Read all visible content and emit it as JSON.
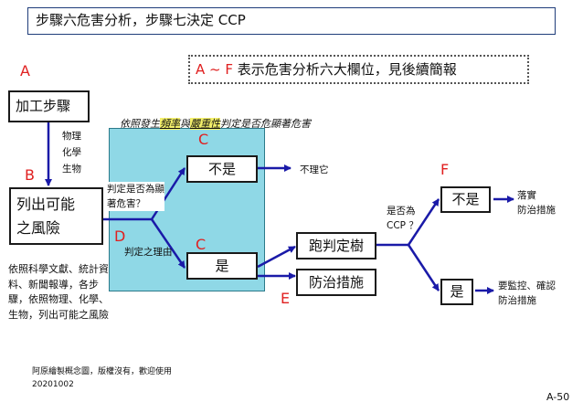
{
  "title": "步驟六危害分析，步驟七決定 CCP",
  "legend": {
    "letters": "A ~ F",
    "text": " 表示危害分析六大欄位，見後續簡報"
  },
  "letters": {
    "a": "A",
    "b": "B",
    "c1": "C",
    "c2": "C",
    "d": "D",
    "e": "E",
    "f": "F"
  },
  "boxes": {
    "process_step": "加工步驟",
    "hazard_line1": "列出可能",
    "hazard_line2": "之風險",
    "no_box": "不是",
    "yes_box": "是",
    "ccp_tree": "跑判定樹",
    "prevent": "防治措施",
    "ccp_no": "不是",
    "ccp_yes": "是"
  },
  "hazard_types": [
    "物理",
    "化學",
    "生物"
  ],
  "criteria": {
    "prefix": "依照發生",
    "freq": "頻率",
    "and": "與",
    "severity": "嚴重性",
    "suffix": "判定是否危顯著危害"
  },
  "question_sig": [
    "判定是否為顯",
    "著危害？"
  ],
  "reason_label": "判定之理由",
  "no_action": "不理它",
  "ccp_question": [
    "是否為",
    "CCP ？"
  ],
  "ccp_no_action": [
    "落實",
    "防治措施"
  ],
  "ccp_yes_action": [
    "要監控、確認",
    "防治措施"
  ],
  "hazard_note": [
    "依照科學文獻、統計資",
    "料、新聞報導，各步",
    "驟，依照物理、化學、",
    "生物，列出可能之風險"
  ],
  "footer": {
    "credit": "阿原繪製概念圖，版權沒有，歡迎使用",
    "date": "20201002",
    "page": "A-50"
  },
  "colors": {
    "arrow": "#1a1aa8",
    "letter": "#e02020",
    "panel": "#8fd8e6",
    "highlight": "#f4f06a"
  }
}
